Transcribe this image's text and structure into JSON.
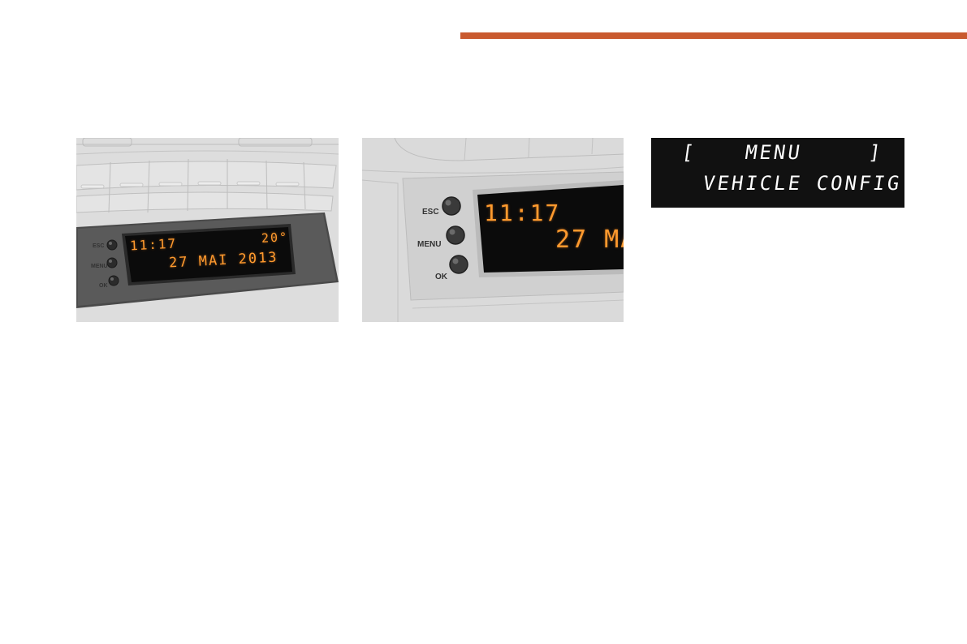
{
  "colors": {
    "accent": "#c95a2f",
    "lcd_bg": "#111111",
    "segment": "#ff9a2e"
  },
  "figure1": {
    "buttons": {
      "esc": "ESC",
      "menu": "MENU",
      "ok": "OK"
    },
    "time": "11:17",
    "temperature": "20°",
    "date": "27 MAI 2013"
  },
  "figure2": {
    "buttons": {
      "esc": "ESC",
      "menu": "MENU",
      "ok": "OK"
    },
    "time": "11:17",
    "date": "27 MA"
  },
  "lcd": {
    "bracket_left": "[",
    "title": "MENU",
    "bracket_right": "]",
    "line2": "VEHICLE CONFIG"
  }
}
